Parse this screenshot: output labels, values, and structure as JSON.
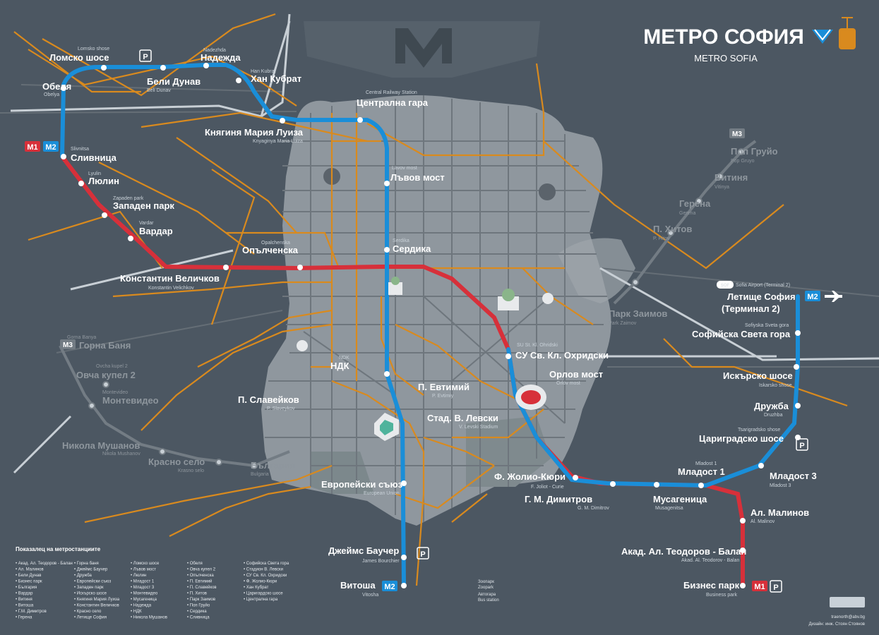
{
  "title": "МЕТРО СОФИЯ",
  "subtitle": "METRO SOFIA",
  "colors": {
    "background": "#4a5560",
    "m1": "#d7303a",
    "m2": "#1a8ed8",
    "tram": "#e08a1c",
    "rail": "#cfd5da",
    "city": "#9aa1a7"
  },
  "lines": {
    "m1": "M1",
    "m2": "M2",
    "m3": "M3"
  },
  "legend": {
    "title": "Показалец на метростанциите",
    "columns": [
      [
        "Акад. Ал. Теодоров - Балан",
        "Ал. Малинов",
        "Бели Дунав",
        "Бизнес парк",
        "България",
        "Вардар",
        "Витиня",
        "Витоша",
        "Г.М. Димитров",
        "Герена"
      ],
      [
        "Горна баня",
        "Джеймс Баучер",
        "Дружба",
        "Европейски съюз",
        "Западен парк",
        "Искърско шосе",
        "Княгиня Мария Луиза",
        "Константин Величков",
        "Красно село",
        "Летище София"
      ],
      [
        "Ломско шосе",
        "Лъвов мост",
        "Люлин",
        "Младост 1",
        "Младост 3",
        "Монтевидео",
        "Мусагеница",
        "Надежда",
        "НДК",
        "Никола Мушанов"
      ],
      [
        "Обеля",
        "Овча купел 2",
        "Опълченска",
        "П. Евтимий",
        "П. Славейков",
        "П. Хитов",
        "Парк Заимов",
        "Поп Груйо",
        "Сердика",
        "Сливница"
      ],
      [
        "Софийска Света гора",
        "Стадион В. Левски",
        "СУ Св. Кл. Охридски",
        "Ф. Жолио-Кюри",
        "Хан Кубрат",
        "Царигардско шосе",
        "Централна гара"
      ]
    ]
  },
  "stations": {
    "obelya": "Обеля",
    "obelya_en": "Obelya",
    "lomsko": "Ломско шосе",
    "lomsko_en": "Lomsko shose",
    "beli": "Бели Дунав",
    "beli_en": "Beli Dunav",
    "nadezhda": "Надежда",
    "nadezhda_en": "Nadezhda",
    "kubrat": "Хан Кубрат",
    "kubrat_en": "Han Kubrat",
    "centralna": "Централна гара",
    "centralna_en": "Central Railway Station",
    "luiza": "Княгиня Мария Луиза",
    "luiza_en": "Knyaginya Maria Luiza",
    "slivnitsa": "Сливница",
    "slivnitsa_en": "Slivnitsa",
    "lyulin": "Люлин",
    "lyulin_en": "Lyulin",
    "zapaden": "Западен парк",
    "zapaden_en": "Zapaden park",
    "vardar": "Вардар",
    "vardar_en": "Vardar",
    "opalchenska": "Опълченска",
    "opalchenska_en": "Opalchenska",
    "velichkov": "Константин Величков",
    "velichkov_en": "Konstantin Velichkov",
    "lavov": "Лъвов мост",
    "lavov_en": "Lavov most",
    "serdika": "Сердика",
    "serdika_en": "Serdika",
    "su": "СУ Св. Кл. Охридски",
    "su_en": "SU St. Kl. Ohridski",
    "orlov": "Орлов мост",
    "orlov_en": "Orlov most",
    "ndk": "НДК",
    "ndk_en": "NDK",
    "evtimiy": "П. Евтимий",
    "evtimiy_en": "P. Evtimiy",
    "slaveykov": "П. Славейков",
    "slaveykov_en": "P. Slaveykov",
    "levski": "Стад. В. Левски",
    "levski_en": "V. Levski Stadium",
    "evro": "Европейски съюз",
    "evro_en": "European Union",
    "joliot": "Ф. Жолио-Кюри",
    "joliot_en": "F. Joliot - Curie",
    "dimitrov": "Г. М. Димитров",
    "dimitrov_en": "G. M. Dimitrov",
    "musagenitsa": "Мусагеница",
    "musagenitsa_en": "Musagenitsa",
    "mladost1": "Младост 1",
    "mladost1_en": "Mladost 1",
    "mladost3": "Младост 3",
    "mladost3_en": "Mladost 3",
    "malinov": "Ал. Малинов",
    "malinov_en": "Al. Malinov",
    "balan": "Акад. Ал. Теодоров - Балан",
    "balan_en": "Akad. Al. Teodorov - Balan",
    "biznes": "Бизнес парк",
    "biznes_en": "Business park",
    "tsarigradsko": "Цариградско шосе",
    "tsarigradsko_en": "Tsarigradsko shose",
    "druzhba": "Дружба",
    "druzhba_en": "Druzhba",
    "iskarsko": "Искърско шосе",
    "iskarsko_en": "Iskarsko shose",
    "sveta_gora": "Софийска Света гора",
    "sveta_gora_en": "Sofiyska Sveta gora",
    "letishte": "Летище София",
    "letishte2": "(Терминал 2)",
    "letishte_en": "Sofia Airport (Terminal 2)",
    "baucher": "Джеймс Баучер",
    "baucher_en": "James Bourchier",
    "vitosha": "Витоша",
    "vitosha_en": "Vitosha",
    "popgruyo": "Поп Груйо",
    "popgruyo_en": "Pop Gruyo",
    "vitinya": "Витиня",
    "vitinya_en": "Vitinya",
    "gerena": "Герена",
    "gerena_en": "Gerena",
    "hitov": "П. Хитов",
    "hitov_en": "P. Hitov",
    "zaimov": "Парк Заимов",
    "zaimov_en": "Park Zaimov",
    "gornabanya": "Горна Баня",
    "gornabanya_en": "Gorna Banya",
    "ovcha": "Овча купел 2",
    "ovcha_en": "Ovcha kupel 2",
    "montevideo": "Монтевидео",
    "montevideo_en": "Montevideo",
    "mushanov": "Никола Мушанов",
    "mushanov_en": "Nikola Mushanov",
    "krasno": "Красно село",
    "krasno_en": "Krasno selo",
    "bulgaria": "България",
    "bulgaria_en": "Bulgaria"
  },
  "misc": {
    "sof": "SOF",
    "airport_t2": "Sofia Airport (Terminal 2)",
    "zoo": "Зоопарк",
    "zoo_en": "Zoopark",
    "bus_station": "Автогара",
    "bus_station_en": "Bus station",
    "credit_1": "traenorth@abv.bg",
    "credit_2": "Дизайн: инж. Стоян Стоянов",
    "parking": "P"
  }
}
